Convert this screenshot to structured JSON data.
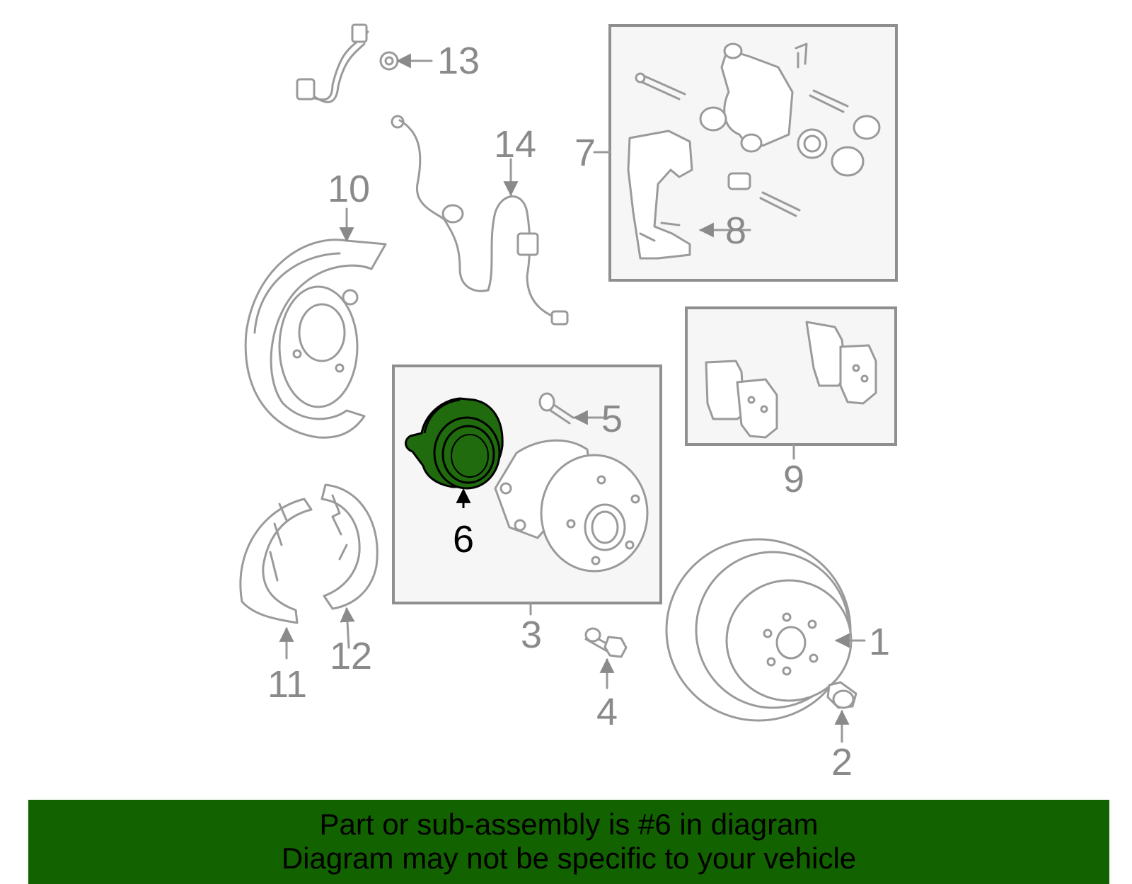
{
  "diagram": {
    "highlight_part": "6",
    "highlight_color": "#1f6b0d",
    "labels": {
      "p1": "1",
      "p2": "2",
      "p3": "3",
      "p4": "4",
      "p5": "5",
      "p6": "6",
      "p7": "7",
      "p8": "8",
      "p9": "9",
      "p10": "10",
      "p11": "11",
      "p12": "12",
      "p13": "13",
      "p14": "14"
    }
  },
  "banner": {
    "line1": "Part or sub-assembly is #6 in diagram",
    "line2": "Diagram may not be specific to your vehicle",
    "background": "#126200"
  }
}
